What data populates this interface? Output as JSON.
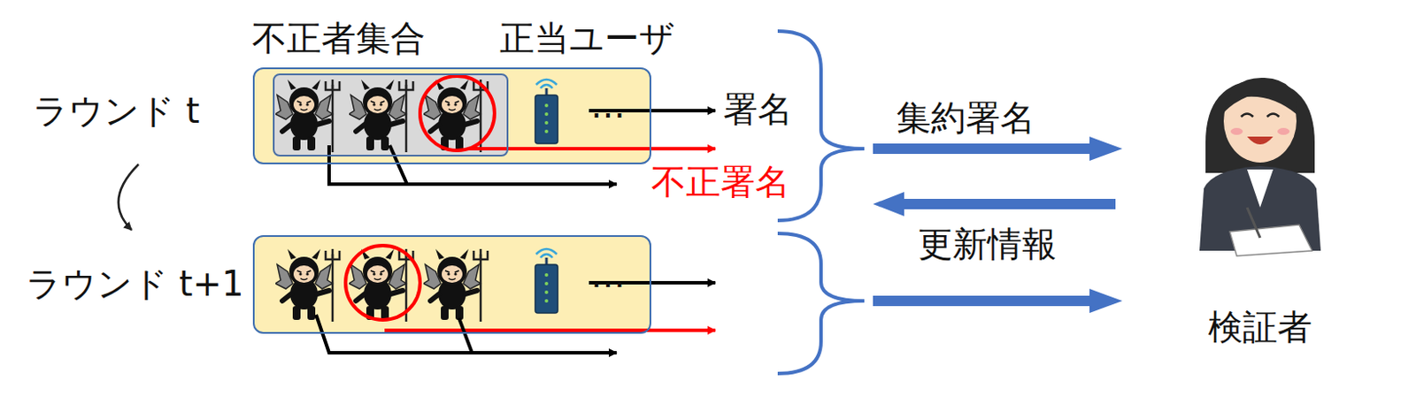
{
  "diagram": {
    "nodes": [
      {
        "text": [
          "正当ユーザ",
          "…"
        ]
      },
      {
        "text": [
          "不正者集合"
        ],
        "in": 0
      },
      {
        "text": [
          "…"
        ]
      }
    ],
    "labels": [
      "ラウンド t",
      "ラウンド t+1",
      "署名",
      "不正署名",
      "集約署名",
      "更新情報",
      "検証者"
    ]
  }
}
